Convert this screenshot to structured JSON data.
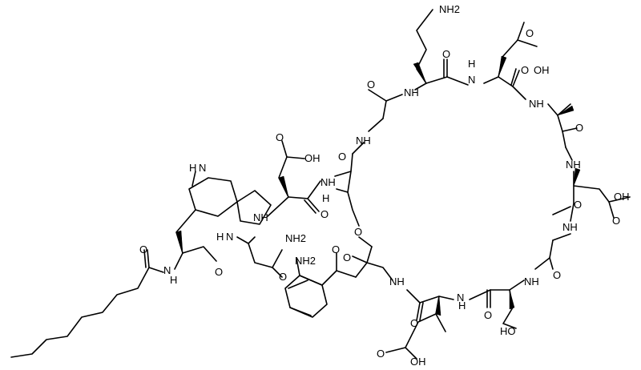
{
  "labels": {
    "nh2_orn": "NH2",
    "asp1_o": "O",
    "asp1_oh": "OH",
    "orn_o": "O",
    "orn_nh": "NH",
    "asp1_nh_h": "H",
    "asp1_n": "N",
    "asp1_co_o": "O",
    "gly1_o": "O",
    "gly1_nh": "NH",
    "ala_nh": "NH",
    "ala_o": "O",
    "ring_nh_top": "NH",
    "thr_o_carbonyl": "O",
    "asp2_o": "O",
    "asp2_oh": "OH",
    "asp2_nh": "NH",
    "thr_nh_h": "H",
    "thr_n": "N",
    "asp3_o": "O",
    "asp3_oh": "OH",
    "asp3_co_o": "O",
    "asp3_nh": "NH",
    "thr_ester_o": "O",
    "kyn_ester_o": "O",
    "trp_nh_h": "H",
    "trp_n": "N",
    "asn_nh": "NH",
    "asn_h": "H",
    "asn_n": "N",
    "asn_o": "O",
    "asn_nh2": "NH2",
    "kyn_nh2": "NH2",
    "dec_o": "O",
    "dec_nh_h": "H",
    "dec_n": "N",
    "trp_o": "O",
    "kyn_o": "O",
    "kyn_nh": "NH",
    "gly2_nh": "NH",
    "gly2_o": "O",
    "meglu_o": "O",
    "meglu_h": "H",
    "meglu_n": "N",
    "ser_o": "O",
    "ser_ho": "HO",
    "glu_o": "O",
    "glu_oh": "OH"
  }
}
